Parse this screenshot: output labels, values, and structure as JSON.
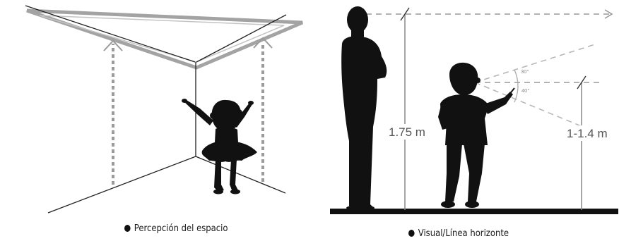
{
  "left_panel": {
    "caption": "Percepción del espacio"
  },
  "right_panel": {
    "caption": "Visual/Línea horizonte",
    "adult_height_label": "1.75 m",
    "child_eye_height_label": "1-1.4 m",
    "angle_up_label": "30°",
    "angle_down_label": "40°"
  },
  "colors": {
    "silhouette": "#111111",
    "outline_gray": "#9a9a9a",
    "dashed_gray": "#999999",
    "line_dark": "#222222"
  },
  "icons": {
    "bullet": "filled-circle"
  }
}
